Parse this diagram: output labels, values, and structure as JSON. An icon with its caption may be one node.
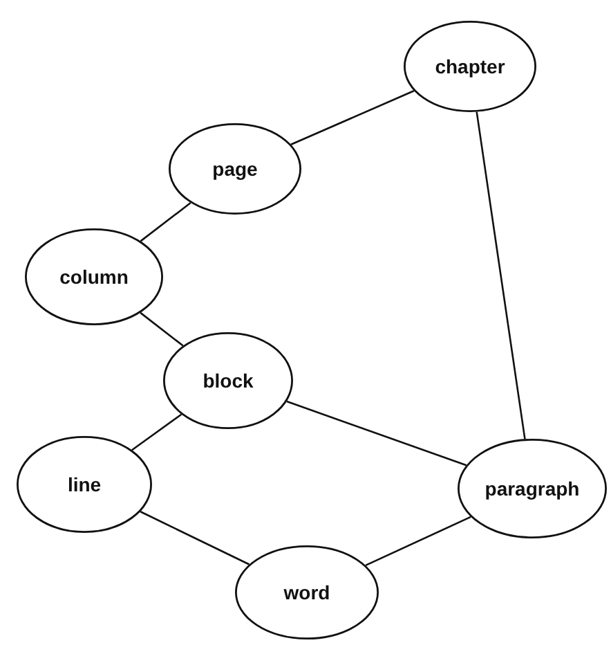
{
  "diagram": {
    "nodes": [
      {
        "text": [
          "chapter"
        ]
      },
      {
        "text": [
          "page"
        ]
      },
      {
        "text": [
          "column"
        ]
      },
      {
        "text": [
          "block"
        ]
      },
      {
        "text": [
          "line"
        ]
      },
      {
        "text": [
          "paragraph"
        ]
      },
      {
        "text": [
          "word"
        ]
      }
    ],
    "edges": [
      {
        "from": 0,
        "to": 1,
        "arrow": "none"
      },
      {
        "from": 0,
        "to": 5,
        "arrow": "none"
      },
      {
        "from": 1,
        "to": 2,
        "arrow": "none"
      },
      {
        "from": 2,
        "to": 3,
        "arrow": "none"
      },
      {
        "from": 3,
        "to": 4,
        "arrow": "none"
      },
      {
        "from": 3,
        "to": 5,
        "arrow": "none"
      },
      {
        "from": 4,
        "to": 6,
        "arrow": "none"
      },
      {
        "from": 6,
        "to": 5,
        "arrow": "none"
      }
    ]
  }
}
